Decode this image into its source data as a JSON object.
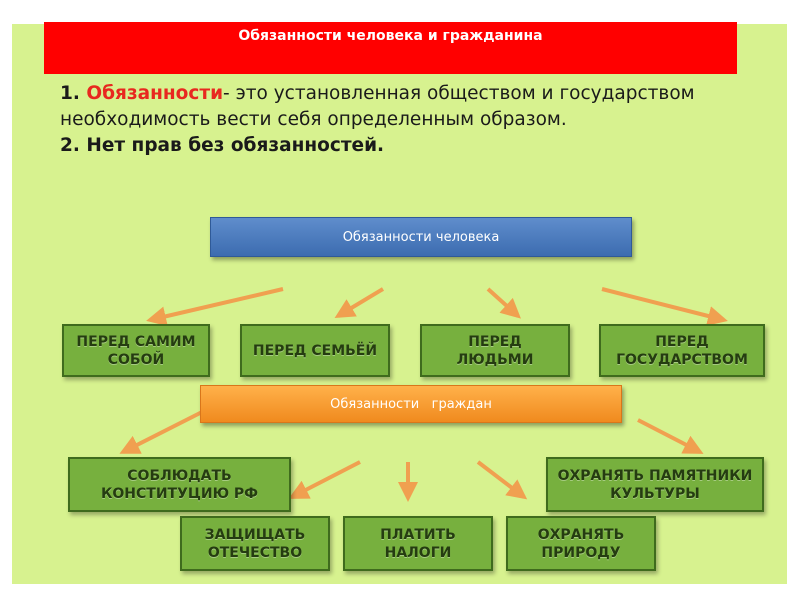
{
  "title": "Обязанности человека и гражданина",
  "text": {
    "num1": "1. ",
    "term": "Обязанности",
    "def": "- это установленная обществом и государством необходимость вести себя определенным образом.",
    "line2": "2. Нет прав без обязанностей."
  },
  "human": {
    "header": "Обязанности человека",
    "items": [
      "ПЕРЕД САМИМ\nСОБОЙ",
      "ПЕРЕД СЕМЬЁЙ",
      "ПЕРЕД\nЛЮДЬМИ",
      "ПЕРЕД\nГОСУДАРСТВОМ"
    ]
  },
  "citizen": {
    "header": "Обязанности   граждан",
    "items": [
      "СОБЛЮДАТЬ\nКОНСТИТУЦИЮ  РФ",
      "ОХРАНЯТЬ ПАМЯТНИКИ\nКУЛЬТУРЫ",
      "ЗАЩИЩАТЬ\nОТЕЧЕСТВО",
      "ПЛАТИТЬ\nНАЛОГИ",
      "ОХРАНЯТЬ\nПРИРОДУ"
    ]
  },
  "colors": {
    "background": "#d7f28f",
    "title_bar": "#ff0000",
    "highlight": "#e8281f",
    "blue_header": "#4a7abf",
    "orange_header": "#f5971f",
    "green_box": "#77b03e",
    "arrow": "#f0a050"
  }
}
